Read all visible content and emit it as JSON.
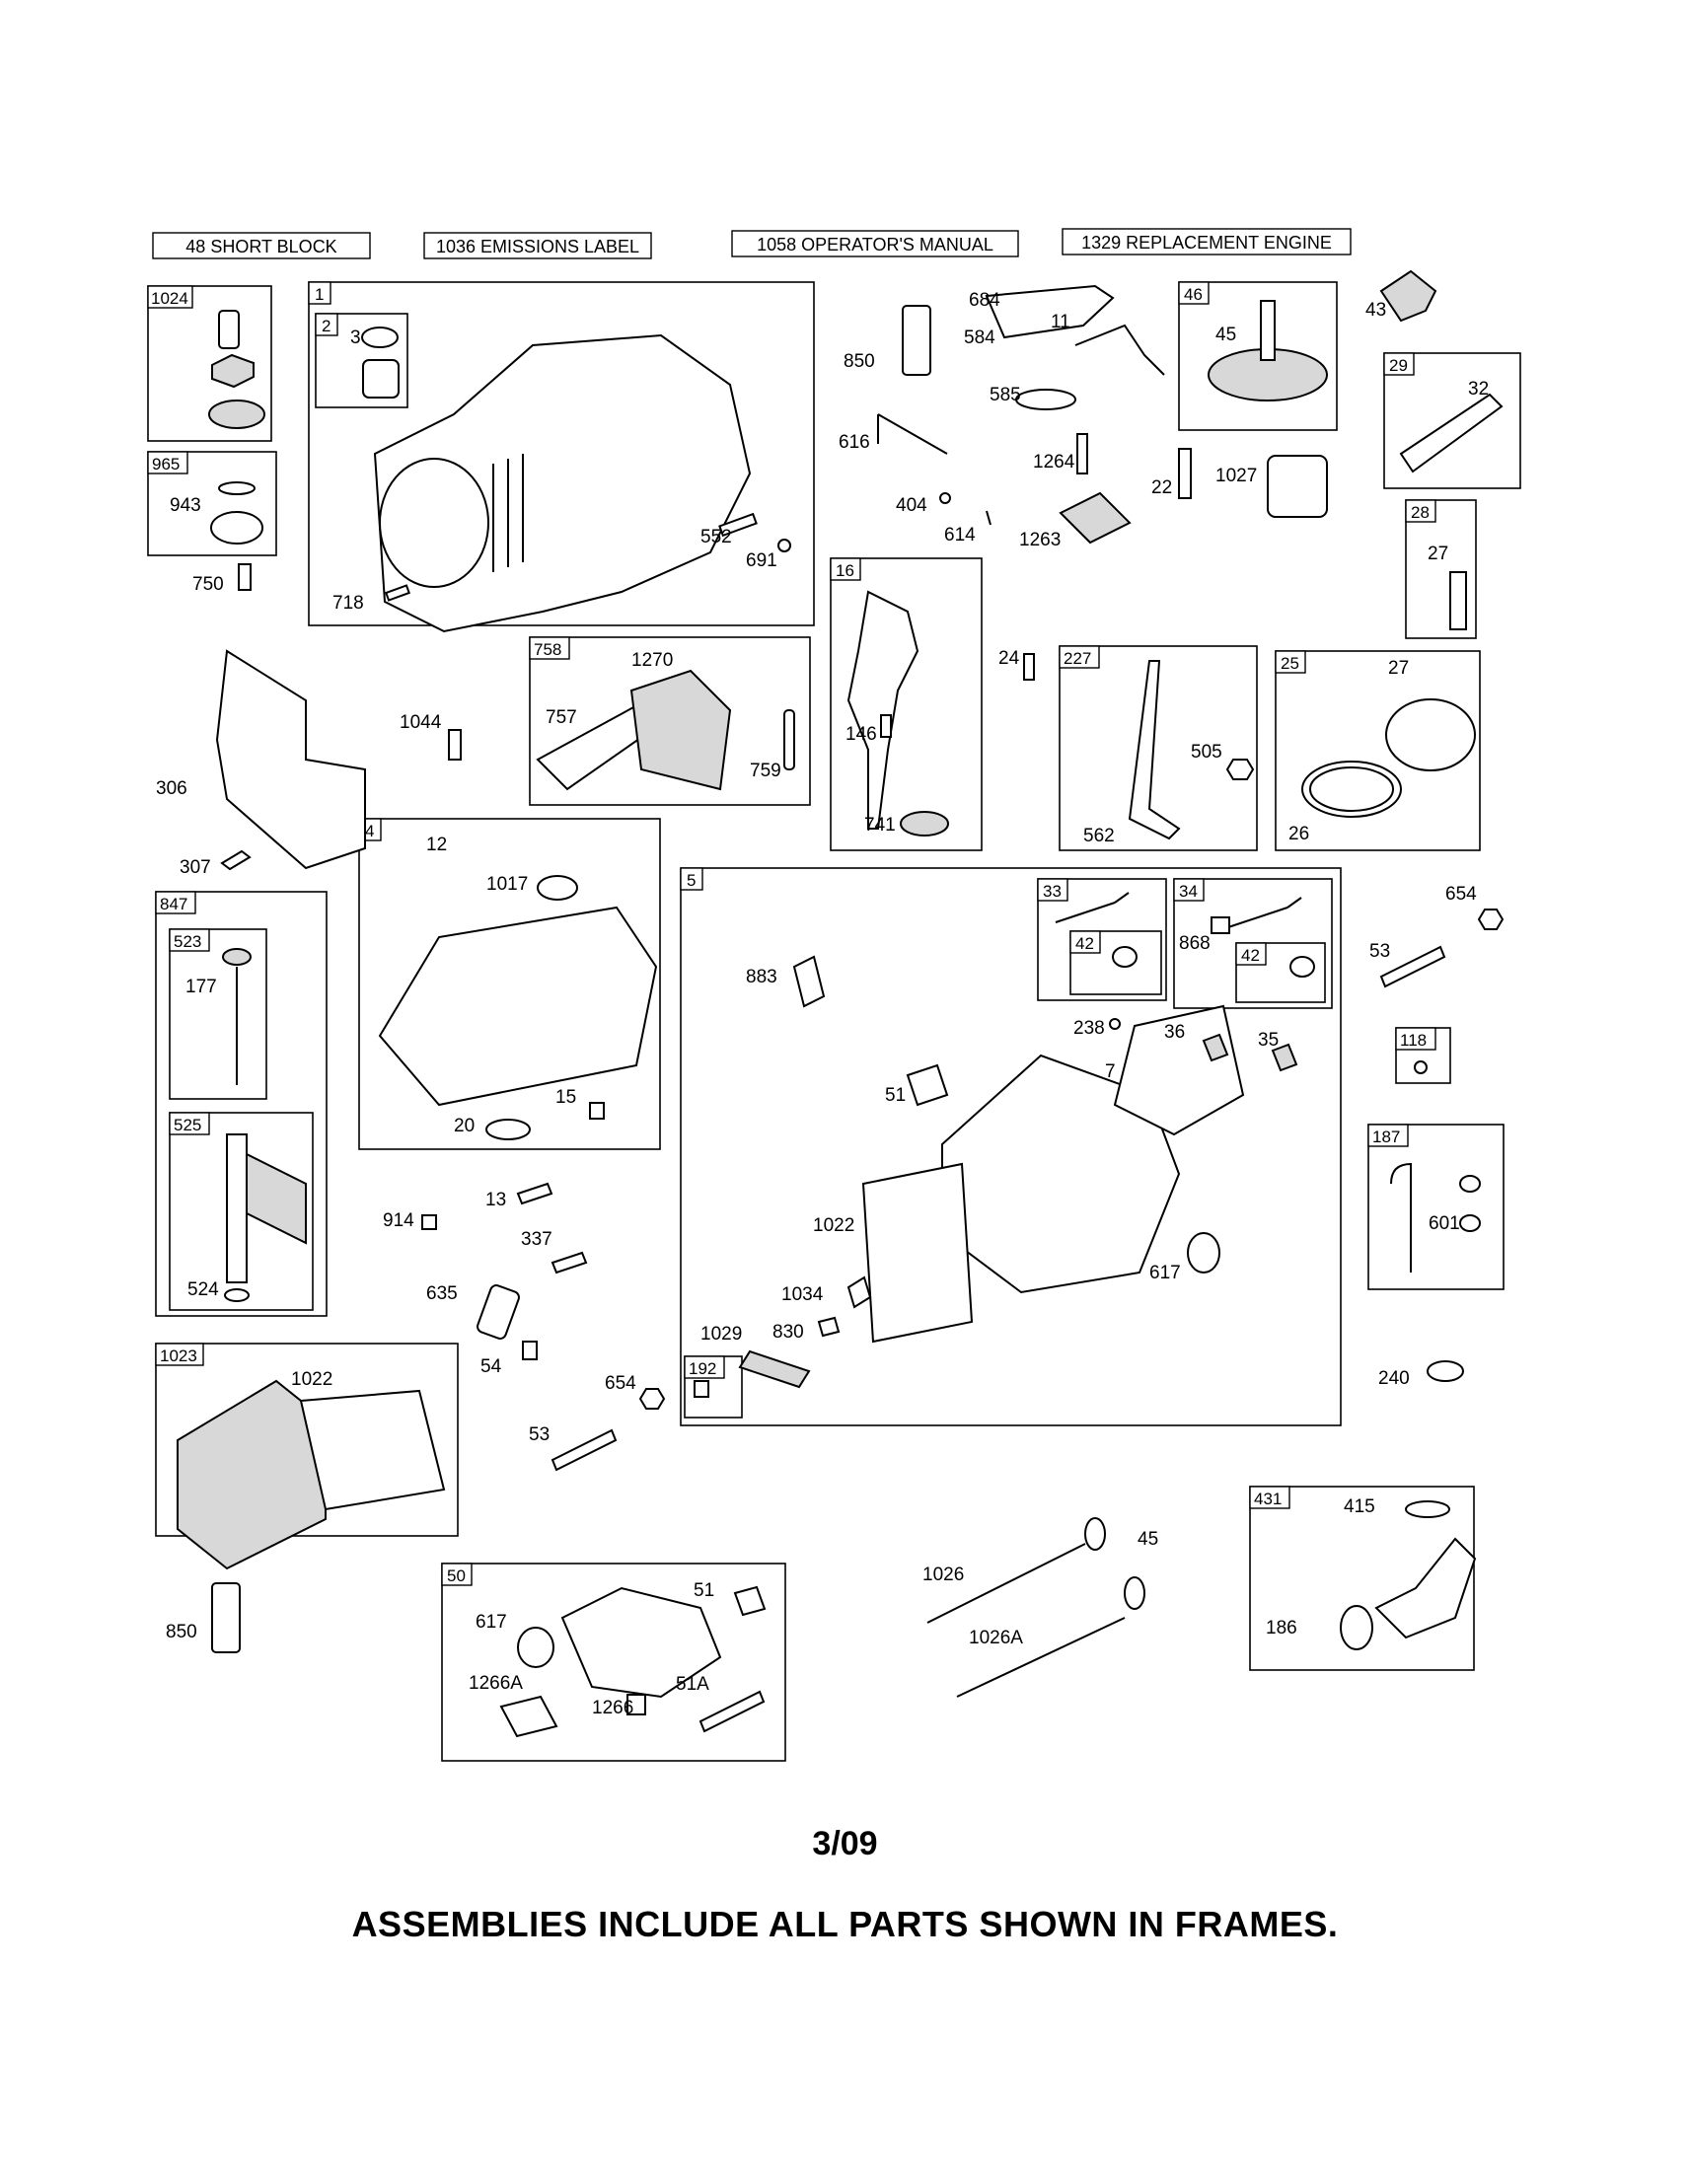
{
  "header_boxes": [
    "48 SHORT BLOCK",
    "1036 EMISSIONS LABEL",
    "1058 OPERATOR'S MANUAL",
    "1329 REPLACEMENT ENGINE"
  ],
  "frame_tags": [
    "1024",
    "965",
    "1",
    "2",
    "758",
    "16",
    "227",
    "25",
    "46",
    "29",
    "28",
    "847",
    "523",
    "525",
    "4",
    "5",
    "33",
    "42",
    "34",
    "118",
    "187",
    "192",
    "1023",
    "50",
    "431"
  ],
  "callouts": [
    "3",
    "943",
    "750",
    "718",
    "552",
    "691",
    "306",
    "307",
    "1044",
    "757",
    "1270",
    "759",
    "850",
    "616",
    "404",
    "614",
    "684",
    "584",
    "11",
    "585",
    "1264",
    "1263",
    "22",
    "1027",
    "45",
    "43",
    "32",
    "27",
    "146",
    "741",
    "24",
    "505",
    "562",
    "26",
    "12",
    "1017",
    "20",
    "15",
    "177",
    "524",
    "914",
    "13",
    "337",
    "635",
    "54",
    "654",
    "53",
    "883",
    "868",
    "238",
    "36",
    "35",
    "7",
    "51",
    "1022",
    "1034",
    "830",
    "1029",
    "617",
    "601",
    "240",
    "1026",
    "1026A",
    "1266A",
    "1266",
    "51A",
    "415",
    "186"
  ],
  "footer": {
    "date": "3/09",
    "note": "ASSEMBLIES INCLUDE ALL PARTS SHOWN IN FRAMES."
  },
  "colors": {
    "ink": "#000000",
    "paper": "#ffffff",
    "shade": "#d8d8d8"
  }
}
